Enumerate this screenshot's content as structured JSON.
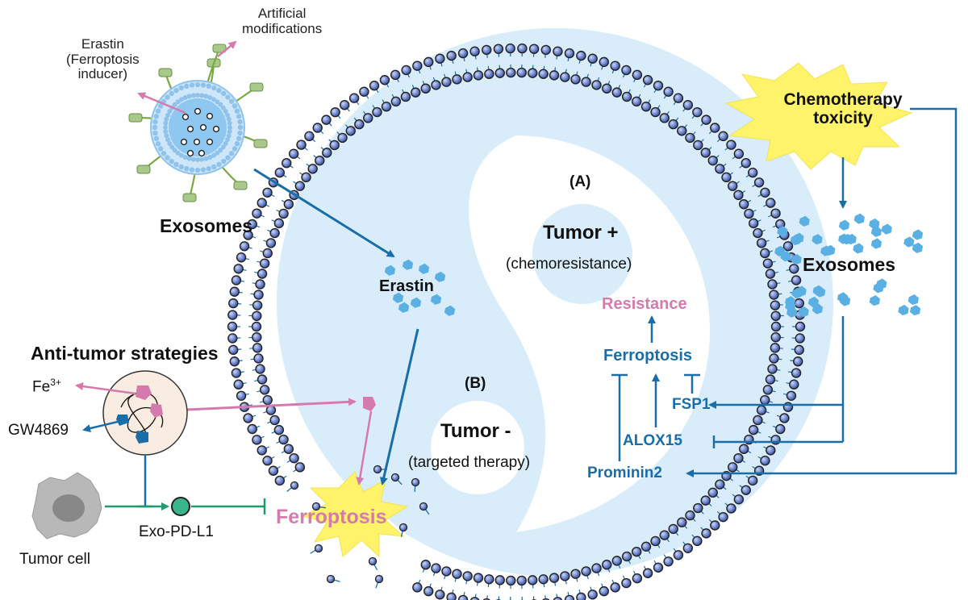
{
  "labels": {
    "artificial_modifications": "Artificial\nmodifications",
    "erastin_inducer": "Erastin\n(Ferroptosis\ninducer)",
    "exosomes_left": "Exosomes",
    "erastin": "Erastin",
    "panel_a": "(A)",
    "tumor_plus": "Tumor +",
    "chemoresistance": "(chemoresistance)",
    "panel_b": "(B)",
    "tumor_minus": "Tumor -",
    "targeted_therapy": "(targeted therapy)",
    "resistance": "Resistance",
    "ferroptosis_right": "Ferroptosis",
    "fsp1": "FSP1",
    "alox15": "ALOX15",
    "prominin2": "Prominin2",
    "chemo_toxicity": "Chemotherapy\ntoxicity",
    "exosomes_right": "Exosomes",
    "anti_tumor": "Anti-tumor strategies",
    "fe": "Fe",
    "fe_sup": "3+",
    "gw4869": "GW4869",
    "exo_pdl1": "Exo-PD-L1",
    "tumor_cell": "Tumor cell",
    "ferroptosis_main": "Ferroptosis"
  },
  "colors": {
    "blue": "#1a6ea8",
    "pink": "#d57aac",
    "green": "#1f9a6a",
    "cell_fill": "#d9ecf9",
    "bead": "#4a66b8",
    "star": "#fff36a"
  }
}
